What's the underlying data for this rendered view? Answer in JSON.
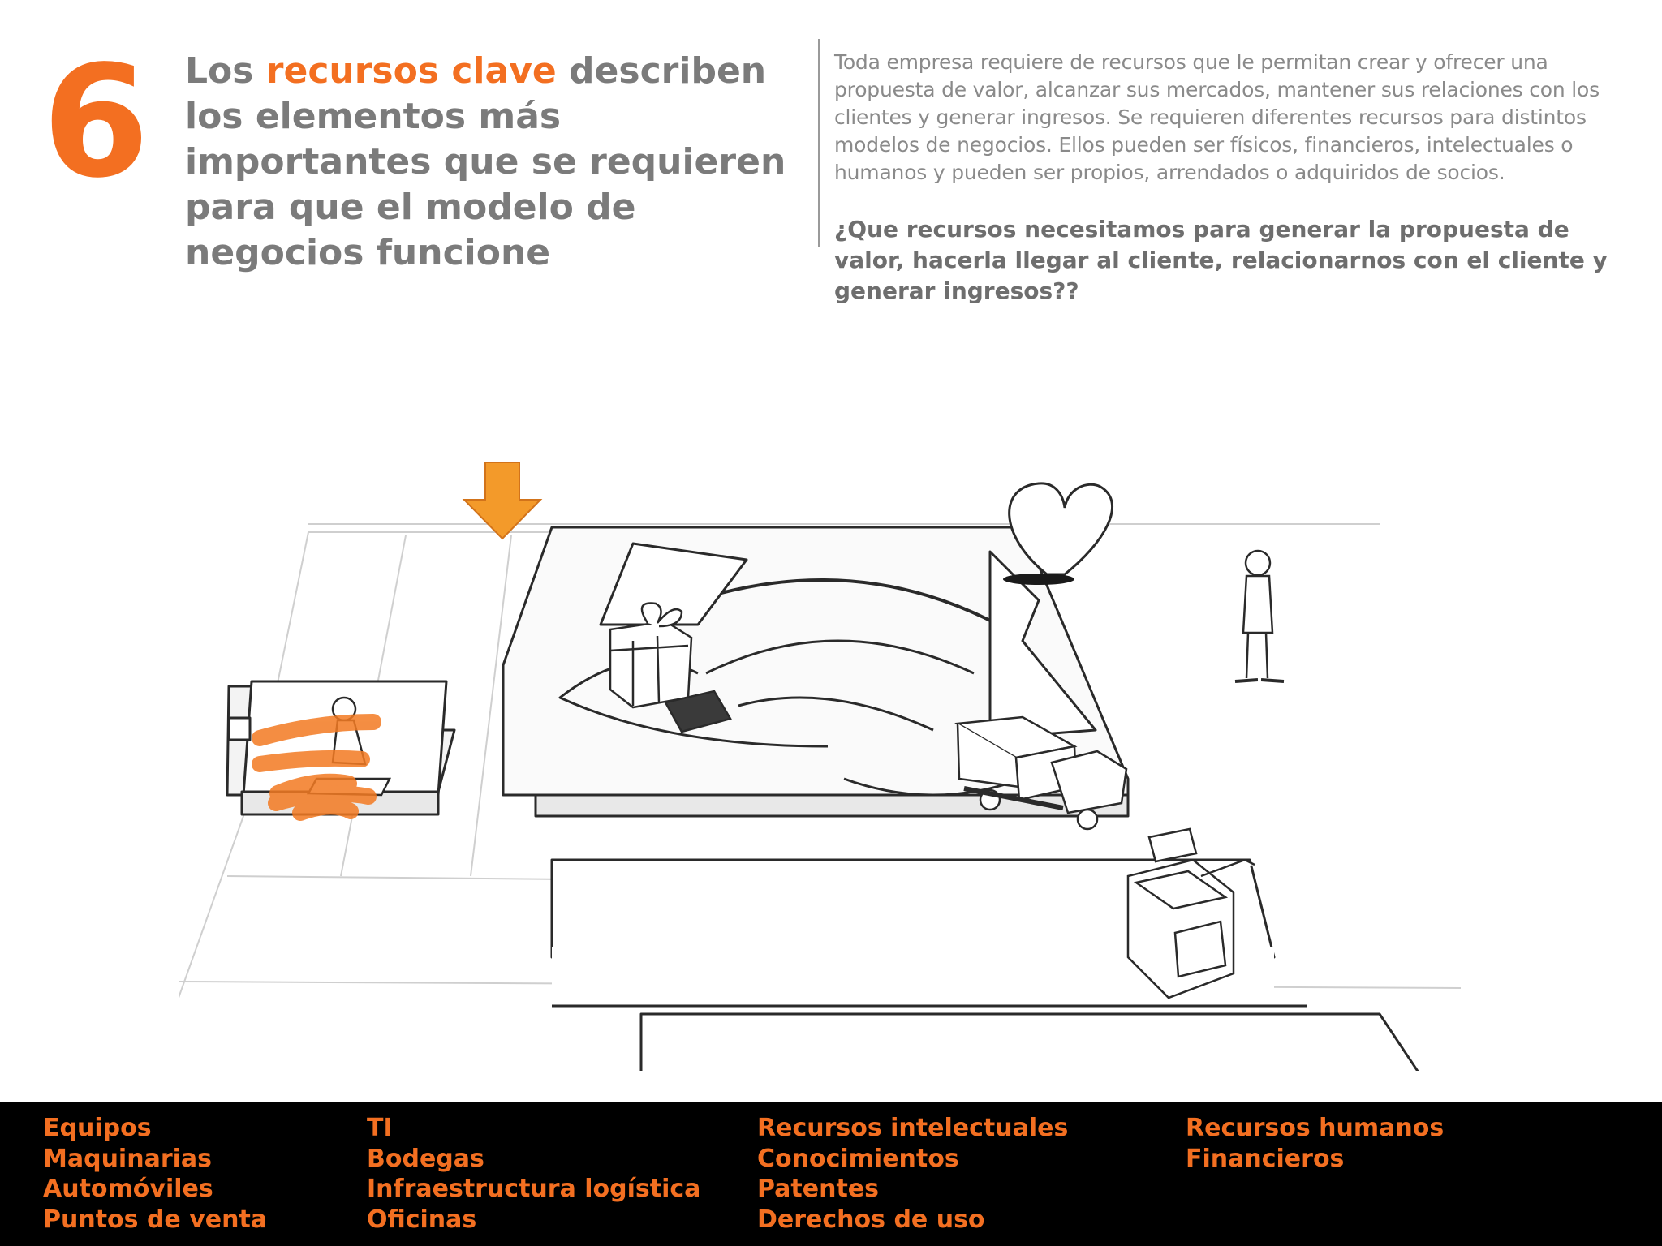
{
  "slide": {
    "number": "6",
    "headline_pre": "Los ",
    "headline_accent": "recursos clave",
    "headline_post": " describen los elementos más importantes que se requieren para que el modelo de negocios funcione",
    "body": "Toda empresa requiere de recursos que le permitan crear y ofrecer una propuesta de valor, alcanzar sus mercados, mantener sus relaciones con los clientes y generar ingresos. Se requieren diferentes recursos para distintos modelos de negocios.  Ellos pueden ser físicos, financieros, intelectuales o humanos y pueden ser propios, arrendados o adquiridos de socios.",
    "question": "¿Que recursos necesitamos para generar la propuesta de valor, hacerla llegar al cliente, relacionarnos con el cliente y generar ingresos??"
  },
  "colors": {
    "accent": "#f36f21",
    "heading_gray": "#7b7b7b",
    "body_gray": "#8a8a8a",
    "footer_bg": "#000000"
  },
  "illustration": {
    "icons": [
      "down-arrow-icon",
      "worker-icon",
      "gift-box-icon",
      "heart-icon",
      "person-icon",
      "truck-icon",
      "cash-register-icon"
    ]
  },
  "footer": {
    "columns": [
      [
        "Equipos",
        "Maquinarias",
        "Automóviles",
        "Puntos de venta"
      ],
      [
        "TI",
        "Bodegas",
        "Infraestructura logística",
        "Oficinas"
      ],
      [
        "Recursos intelectuales",
        "Conocimientos",
        "Patentes",
        "Derechos de uso"
      ],
      [
        "Recursos humanos",
        "Financieros"
      ]
    ]
  }
}
